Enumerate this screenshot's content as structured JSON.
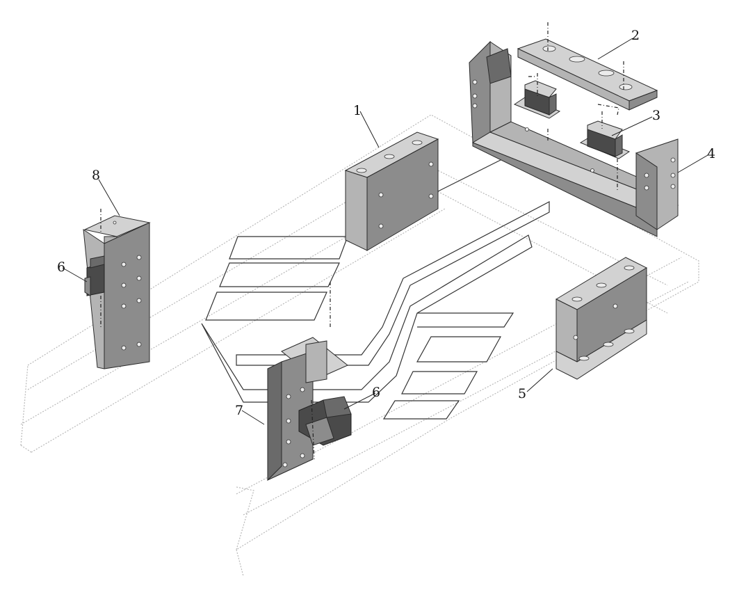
{
  "diagram": {
    "callouts": [
      {
        "id": "c1",
        "label": "1"
      },
      {
        "id": "c2",
        "label": "2"
      },
      {
        "id": "c3",
        "label": "3"
      },
      {
        "id": "c4",
        "label": "4"
      },
      {
        "id": "c5",
        "label": "5"
      },
      {
        "id": "c6a",
        "label": "6"
      },
      {
        "id": "c6b",
        "label": "6"
      },
      {
        "id": "c7",
        "label": "7"
      },
      {
        "id": "c8",
        "label": "8"
      }
    ]
  }
}
